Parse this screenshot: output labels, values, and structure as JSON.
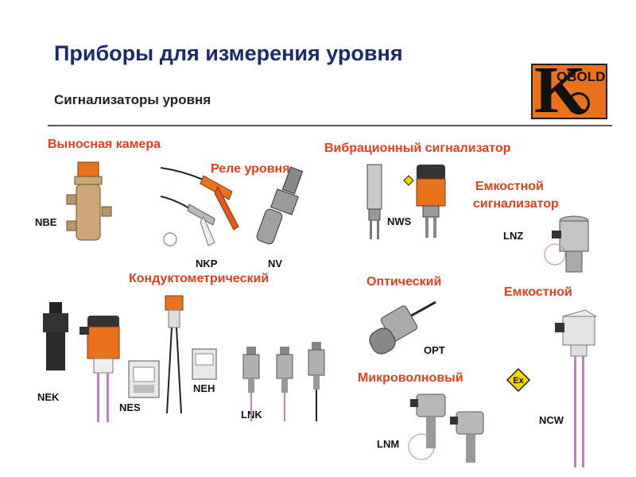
{
  "slide": {
    "title": "Приборы для измерения уровня",
    "subtitle": "Сигнализаторы уровня"
  },
  "logo": {
    "text": "OBOLD",
    "letter": "K",
    "color": "#e8731c"
  },
  "categories": {
    "remote_chamber": "Выносная камера",
    "level_relay": "Реле уровня",
    "vibration": "Вибрационный сигнализатор",
    "capacitive_switch_line1": "Емкостной",
    "capacitive_switch_line2": "сигнализатор",
    "conductometric": "Кондуктометрический",
    "optical": "Оптический",
    "capacitive": "Емкостной",
    "microwave": "Микроволновый"
  },
  "models": {
    "nbe": "NBE",
    "nkp": "NKP",
    "nv": "NV",
    "nws": "NWS",
    "lnz": "LNZ",
    "nek": "NEK",
    "nes": "NES",
    "neh": "NEH",
    "lnk": "LNK",
    "opt": "OPT",
    "lnm": "LNM",
    "ncw": "NCW"
  },
  "ex_mark": "Ex",
  "colors": {
    "accent": "#e0401c",
    "title": "#1a2a6c",
    "device_orange": "#e8731c"
  }
}
